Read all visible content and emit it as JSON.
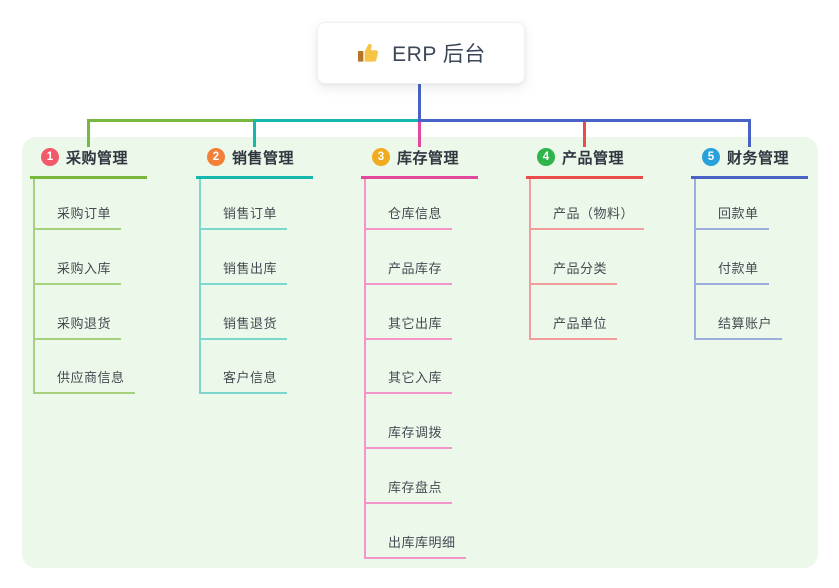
{
  "root": {
    "title": "ERP 后台",
    "icon": "thumbs-up-icon"
  },
  "page_background": "#ffffff",
  "panel": {
    "background": "#ecf8e9"
  },
  "trunk_color": "#4a62c6",
  "branches": [
    {
      "number": "1",
      "label": "采购管理",
      "badge_color": "#f2596b",
      "line_color": "#78b83c",
      "light_line_color": "#a6d17e",
      "children": [
        "采购订单",
        "采购入库",
        "采购退货",
        "供应商信息"
      ]
    },
    {
      "number": "2",
      "label": "销售管理",
      "badge_color": "#f28038",
      "line_color": "#16b8ae",
      "light_line_color": "#7fd6cd",
      "children": [
        "销售订单",
        "销售出库",
        "销售退货",
        "客户信息"
      ]
    },
    {
      "number": "3",
      "label": "库存管理",
      "badge_color": "#f0ac1e",
      "line_color": "#e3489d",
      "light_line_color": "#f295c8",
      "children": [
        "仓库信息",
        "产品库存",
        "其它出库",
        "其它入库",
        "库存调拨",
        "库存盘点",
        "出库库明细"
      ]
    },
    {
      "number": "4",
      "label": "产品管理",
      "badge_color": "#2fb34a",
      "line_color": "#ea4c4c",
      "light_line_color": "#f29d9d",
      "children": [
        "产品（物料）",
        "产品分类",
        "产品单位"
      ]
    },
    {
      "number": "5",
      "label": "财务管理",
      "badge_color": "#29a2db",
      "line_color": "#4a62c6",
      "light_line_color": "#9daede",
      "children": [
        "回款单",
        "付款单",
        "结算账户"
      ]
    }
  ]
}
